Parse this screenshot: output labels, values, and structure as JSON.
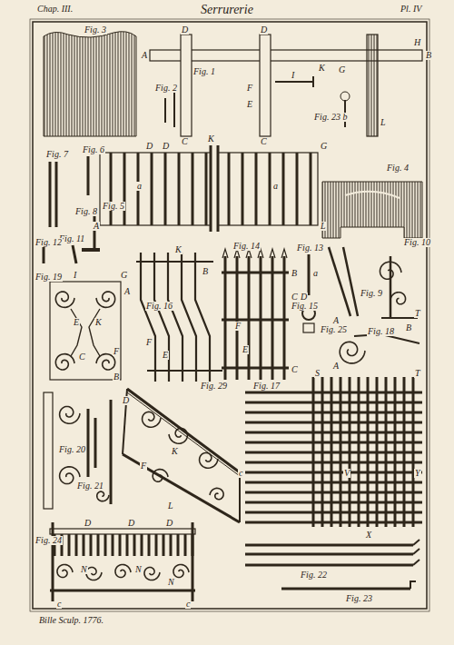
{
  "diagram": {
    "title": "Serrurerie",
    "labels": [
      "Chap. III.",
      "Pl. IV",
      "Fig. 1",
      "Fig. 2",
      "Fig. 3",
      "Fig. 4",
      "Fig. 5",
      "Fig. 6",
      "Fig. 7",
      "Fig. 8",
      "Fig. 9",
      "Fig. 10",
      "Fig. 11",
      "Fig. 12",
      "Fig. 13",
      "Fig. 14",
      "Fig. 15",
      "Fig. 16",
      "Fig. 17",
      "Fig. 18",
      "Fig. 19",
      "Fig. 20",
      "Fig. 21",
      "Fig. 22",
      "Fig. 23",
      "Fig. 24",
      "Fig. 25",
      "Fig. 29",
      "Fig. 23 b",
      "A",
      "B",
      "D",
      "D",
      "C",
      "C",
      "E",
      "F",
      "G",
      "H",
      "I",
      "K",
      "L",
      "D",
      "D",
      "G",
      "A",
      "L",
      "K",
      "a",
      "a",
      "I",
      "G",
      "A",
      "E",
      "K",
      "F",
      "C",
      "B",
      "D",
      "K",
      "F",
      "L",
      "S",
      "T",
      "c",
      "V",
      "Y",
      "X",
      "D",
      "D",
      "D",
      "N",
      "N",
      "N",
      "c",
      "c",
      "B",
      "F",
      "E",
      "K",
      "F",
      "B",
      "C",
      "E",
      "A",
      "B",
      "T",
      "A",
      "a",
      "D",
      "C",
      "Bille Sculp. 1776."
    ]
  }
}
